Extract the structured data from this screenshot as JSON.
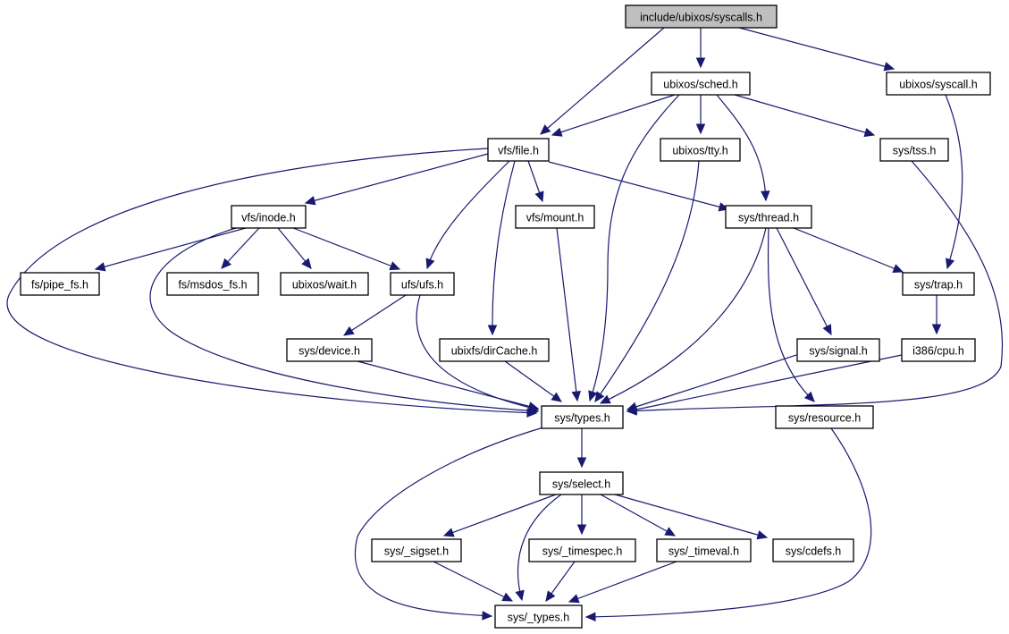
{
  "diagram": {
    "title": "include/ubixos/syscalls.h",
    "type": "include-dependency-graph",
    "colors": {
      "edge": "#191970",
      "root_fill": "#bfbfbf",
      "node_fill": "#ffffff",
      "node_border": "#000000"
    },
    "nodes": [
      {
        "id": "root",
        "label": "include/ubixos/syscalls.h",
        "root": true
      },
      {
        "id": "sched",
        "label": "ubixos/sched.h"
      },
      {
        "id": "syscall",
        "label": "ubixos/syscall.h"
      },
      {
        "id": "file",
        "label": "vfs/file.h"
      },
      {
        "id": "tty",
        "label": "ubixos/tty.h"
      },
      {
        "id": "tss",
        "label": "sys/tss.h"
      },
      {
        "id": "inode",
        "label": "vfs/inode.h"
      },
      {
        "id": "mount",
        "label": "vfs/mount.h"
      },
      {
        "id": "thread",
        "label": "sys/thread.h"
      },
      {
        "id": "pipe_fs",
        "label": "fs/pipe_fs.h"
      },
      {
        "id": "msdos_fs",
        "label": "fs/msdos_fs.h"
      },
      {
        "id": "wait",
        "label": "ubixos/wait.h"
      },
      {
        "id": "ufs",
        "label": "ufs/ufs.h"
      },
      {
        "id": "trap",
        "label": "sys/trap.h"
      },
      {
        "id": "device",
        "label": "sys/device.h"
      },
      {
        "id": "dircache",
        "label": "ubixfs/dirCache.h"
      },
      {
        "id": "signal",
        "label": "sys/signal.h"
      },
      {
        "id": "cpu",
        "label": "i386/cpu.h"
      },
      {
        "id": "types",
        "label": "sys/types.h"
      },
      {
        "id": "resource",
        "label": "sys/resource.h"
      },
      {
        "id": "select",
        "label": "sys/select.h"
      },
      {
        "id": "sigset",
        "label": "sys/_sigset.h"
      },
      {
        "id": "timespec",
        "label": "sys/_timespec.h"
      },
      {
        "id": "timeval",
        "label": "sys/_timeval.h"
      },
      {
        "id": "cdefs",
        "label": "sys/cdefs.h"
      },
      {
        "id": "_types",
        "label": "sys/_types.h"
      }
    ],
    "edges": [
      [
        "root",
        "file"
      ],
      [
        "root",
        "sched"
      ],
      [
        "root",
        "syscall"
      ],
      [
        "sched",
        "file"
      ],
      [
        "sched",
        "types"
      ],
      [
        "sched",
        "tty"
      ],
      [
        "sched",
        "thread"
      ],
      [
        "sched",
        "tss"
      ],
      [
        "syscall",
        "trap"
      ],
      [
        "file",
        "types"
      ],
      [
        "file",
        "inode"
      ],
      [
        "file",
        "ufs"
      ],
      [
        "file",
        "dircache"
      ],
      [
        "file",
        "mount"
      ],
      [
        "file",
        "thread"
      ],
      [
        "tty",
        "types"
      ],
      [
        "tss",
        "types"
      ],
      [
        "inode",
        "pipe_fs"
      ],
      [
        "inode",
        "types"
      ],
      [
        "inode",
        "msdos_fs"
      ],
      [
        "inode",
        "wait"
      ],
      [
        "inode",
        "ufs"
      ],
      [
        "mount",
        "types"
      ],
      [
        "thread",
        "types"
      ],
      [
        "thread",
        "resource"
      ],
      [
        "thread",
        "signal"
      ],
      [
        "thread",
        "trap"
      ],
      [
        "ufs",
        "device"
      ],
      [
        "ufs",
        "types"
      ],
      [
        "trap",
        "cpu"
      ],
      [
        "device",
        "types"
      ],
      [
        "dircache",
        "types"
      ],
      [
        "signal",
        "types"
      ],
      [
        "cpu",
        "types"
      ],
      [
        "types",
        "select"
      ],
      [
        "types",
        "_types"
      ],
      [
        "resource",
        "_types"
      ],
      [
        "select",
        "sigset"
      ],
      [
        "select",
        "_types"
      ],
      [
        "select",
        "timespec"
      ],
      [
        "select",
        "timeval"
      ],
      [
        "select",
        "cdefs"
      ],
      [
        "sigset",
        "_types"
      ],
      [
        "timespec",
        "_types"
      ],
      [
        "timeval",
        "_types"
      ]
    ]
  }
}
